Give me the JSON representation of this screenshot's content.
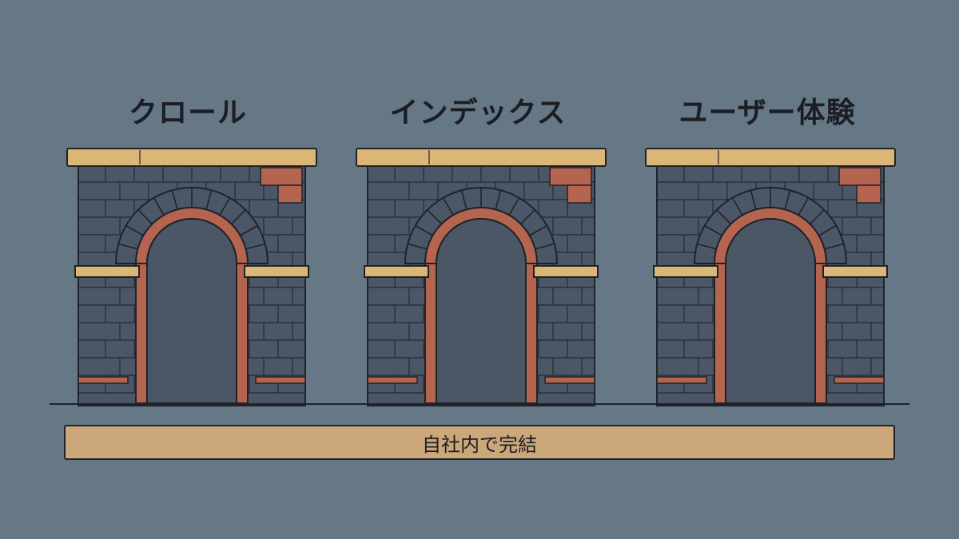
{
  "arches": [
    {
      "label": "クロール"
    },
    {
      "label": "インデックス"
    },
    {
      "label": "ユーザー体験"
    }
  ],
  "base": {
    "label": "自社内で完結"
  },
  "colors": {
    "background": "#667786",
    "stone": "#4b5766",
    "brick": "#b5654f",
    "sandstone": "#dcb676",
    "ink": "#1f2329"
  }
}
